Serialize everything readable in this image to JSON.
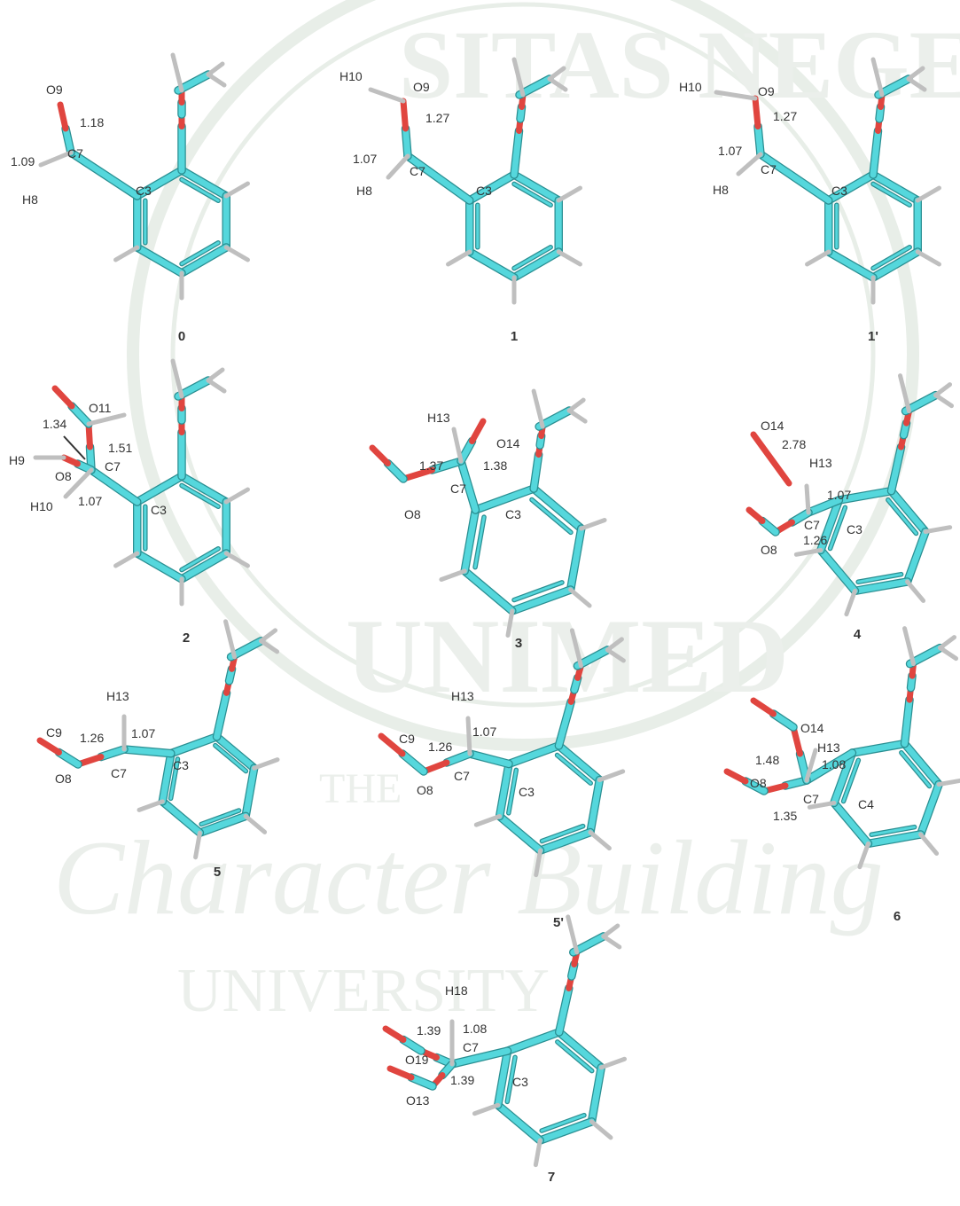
{
  "watermark": {
    "arc_top": "SITAS NEGERI",
    "arc_bottom": "UNIMED",
    "line1": "THE",
    "line2": "Character Building",
    "line3": "UNIVERSITY"
  },
  "colors": {
    "carbon": "#55d7dc",
    "oxygen": "#e0453f",
    "hydrogen": "#bfbfbf",
    "label": "#333333"
  },
  "structures": [
    {
      "id": "0",
      "labels": [
        "O9",
        "1.18",
        "1.09",
        "C7",
        "H8",
        "C3"
      ]
    },
    {
      "id": "1",
      "labels": [
        "H10",
        "O9",
        "1.27",
        "1.07",
        "C7",
        "H8",
        "C3"
      ]
    },
    {
      "id": "1'",
      "labels": [
        "H10",
        "O9",
        "1.27",
        "1.07",
        "C7",
        "H8",
        "C3"
      ]
    },
    {
      "id": "2",
      "labels": [
        "O11",
        "1.34",
        "1.51",
        "H9",
        "C7",
        "O8",
        "H10",
        "1.07",
        "C3"
      ]
    },
    {
      "id": "3",
      "labels": [
        "H13",
        "O14",
        "1.37",
        "1.38",
        "C7",
        "O8",
        "C3"
      ]
    },
    {
      "id": "4",
      "labels": [
        "O14",
        "2.78",
        "H13",
        "1.07",
        "C7",
        "C3",
        "O8",
        "1.26"
      ]
    },
    {
      "id": "5",
      "labels": [
        "H13",
        "C9",
        "1.26",
        "1.07",
        "O8",
        "C7",
        "C3"
      ]
    },
    {
      "id": "5'",
      "labels": [
        "H13",
        "C9",
        "1.26",
        "1.07",
        "O8",
        "C7",
        "C3"
      ]
    },
    {
      "id": "6",
      "labels": [
        "O14",
        "H13",
        "1.48",
        "1.08",
        "O8",
        "C7",
        "1.35",
        "C4"
      ]
    },
    {
      "id": "7",
      "labels": [
        "H18",
        "1.39",
        "1.08",
        "C7",
        "O19",
        "1.39",
        "C3",
        "O13"
      ]
    }
  ]
}
